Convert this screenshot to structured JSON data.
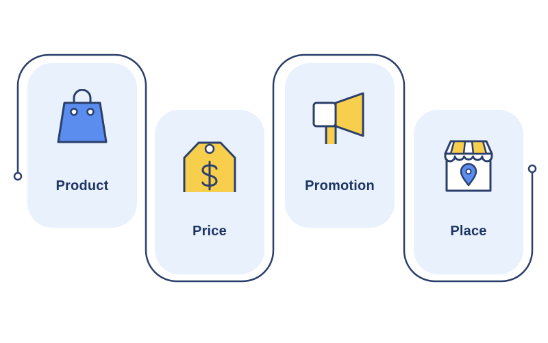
{
  "diagram": {
    "steps": [
      {
        "label": "Product",
        "icon": "shopping-bag-icon"
      },
      {
        "label": "Price",
        "icon": "price-tag-icon"
      },
      {
        "label": "Promotion",
        "icon": "megaphone-icon"
      },
      {
        "label": "Place",
        "icon": "storefront-location-icon"
      }
    ]
  },
  "colors": {
    "outline": "#2b3f6b",
    "card_fill": "#e9f1fd",
    "blue": "#5b8def",
    "yellow": "#f7cf4d",
    "text": "#1e3563"
  }
}
